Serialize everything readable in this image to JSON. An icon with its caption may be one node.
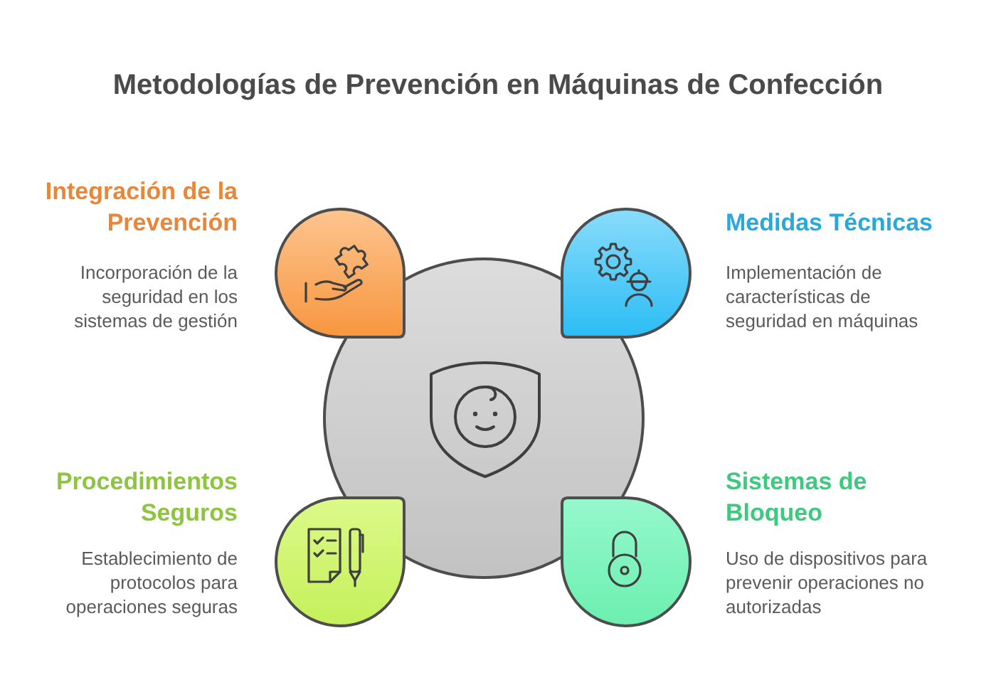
{
  "diagram": {
    "title": "Metodologías de Prevención en Máquinas de Confección",
    "nodes": [
      {
        "text": [
          "Integración de la Prevención",
          "Incorporación de la seguridad en los sistemas de gestión"
        ]
      },
      {
        "text": [
          "Medidas Técnicas",
          "Implementación de características de seguridad en máquinas"
        ]
      },
      {
        "text": [],
        "shape": "circle"
      },
      {
        "text": [
          "Procedimientos Seguros",
          "Establecimiento de protocolos para operaciones seguras"
        ]
      },
      {
        "text": [
          "Sistemas de Bloqueo",
          "Uso de dispositivos para prevenir operaciones no autorizadas"
        ]
      }
    ]
  }
}
